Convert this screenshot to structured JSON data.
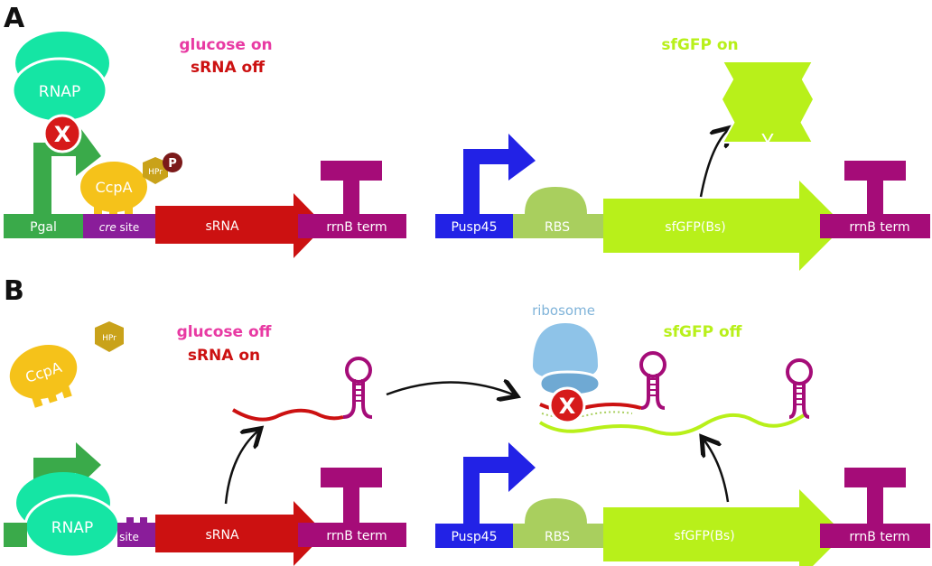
{
  "panels": {
    "a": {
      "letter": "A",
      "state_glucose": "glucose on",
      "state_srna": "sRNA off",
      "state_sfgfp": "sfGFP on"
    },
    "b": {
      "letter": "B",
      "state_glucose": "glucose off",
      "state_srna": "sRNA on",
      "state_sfgfp": "sfGFP off",
      "ribosome": "ribosome"
    }
  },
  "labels": {
    "rnap": "RNAP",
    "ccpa": "CcpA",
    "hpr": "HPr",
    "phospho": "P",
    "block": "X",
    "pgal": "Pgal",
    "cre_italic": "cre",
    "site": "site",
    "srna": "sRNA",
    "rrnb": "rrnB term",
    "pusp45": "Pusp45",
    "rbs": "RBS",
    "sfgfp": "sfGFP(Bs)"
  },
  "colors": {
    "pgal": "#3aaa4a",
    "cre": "#8a1d9a",
    "srna": "#cc1111",
    "rrnb": "#a50c78",
    "pusp": "#2222e6",
    "rbs": "#a9cf5e",
    "sfgfp": "#b8f01a",
    "rnap_body": "#15e5a4",
    "ccpa": "#f5c21a",
    "hpr": "#c9a21a",
    "phospho": "#7b1a1a",
    "ribosome": "#8ec3e8",
    "glucose_text": "#e83aa3",
    "srna_text": "#cc1111",
    "sfgfp_text": "#b8f01a",
    "ribosome_text": "#7fb3d9"
  }
}
